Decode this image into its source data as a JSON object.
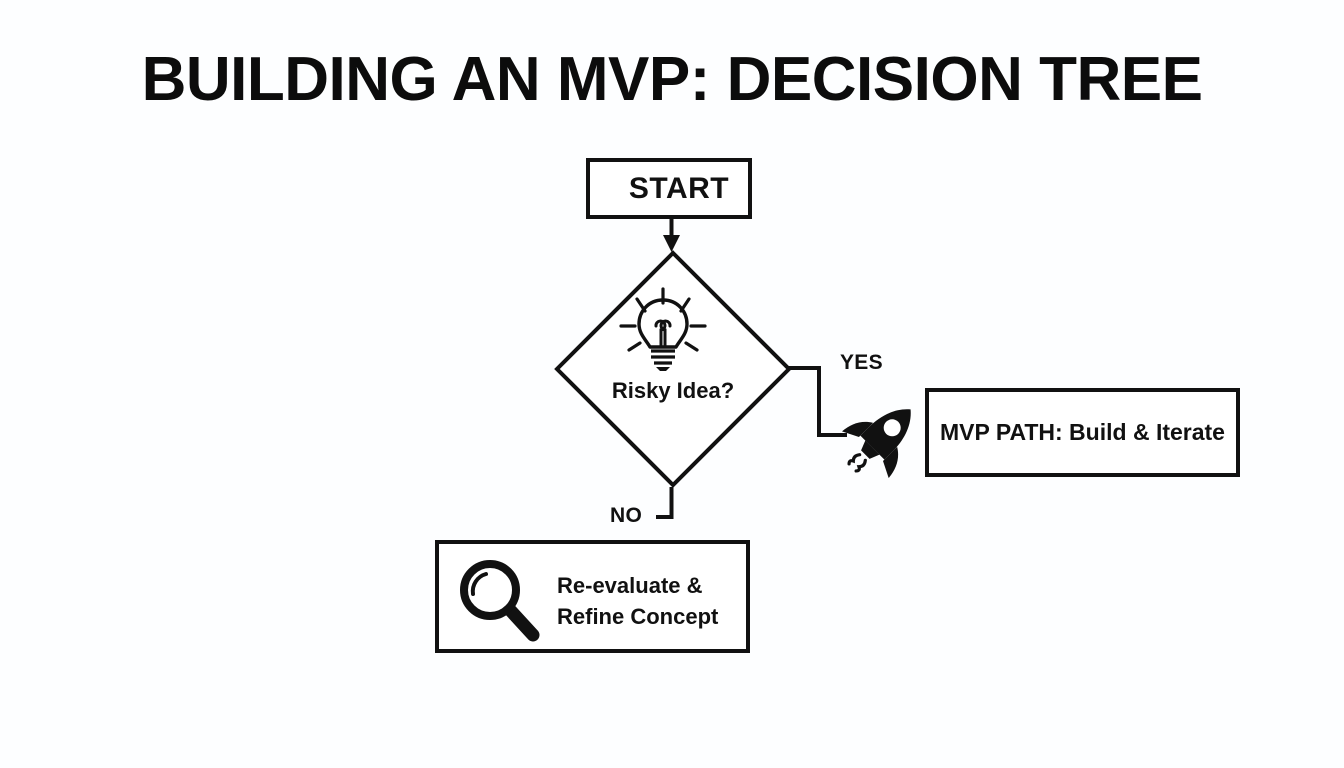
{
  "slide": {
    "title": "BUILDING AN MVP: DECISION TREE",
    "background_color": "#fdfeff",
    "ink_color": "#111111"
  },
  "diagram": {
    "type": "flowchart-decision-tree",
    "nodes": [
      {
        "id": "start",
        "shape": "rectangle",
        "label": "START"
      },
      {
        "id": "decision",
        "shape": "diamond",
        "label": "Risky Idea?",
        "icon": "lightbulb-icon"
      },
      {
        "id": "mvp",
        "shape": "rectangle",
        "label": "MVP PATH: Build & Iterate",
        "icon": "rocket-icon"
      },
      {
        "id": "reeval",
        "shape": "rectangle",
        "label_line1": "Re-evaluate &",
        "label_line2": "Refine Concept",
        "icon": "magnifier-icon"
      }
    ],
    "edges": [
      {
        "from": "start",
        "to": "decision",
        "label": "",
        "arrow": true
      },
      {
        "from": "decision",
        "to": "mvp",
        "label": "YES",
        "arrow": false
      },
      {
        "from": "decision",
        "to": "reeval",
        "label": "NO",
        "arrow": false
      }
    ]
  },
  "labels": {
    "start": "START",
    "decision": "Risky Idea?",
    "yes": "YES",
    "no": "NO",
    "mvp_path": "MVP PATH: Build & Iterate",
    "reevaluate_line1": "Re-evaluate &",
    "reevaluate_line2": "Refine Concept"
  },
  "icons": {
    "decision": "lightbulb-icon",
    "mvp": "rocket-icon",
    "reevaluate": "magnifier-icon"
  }
}
